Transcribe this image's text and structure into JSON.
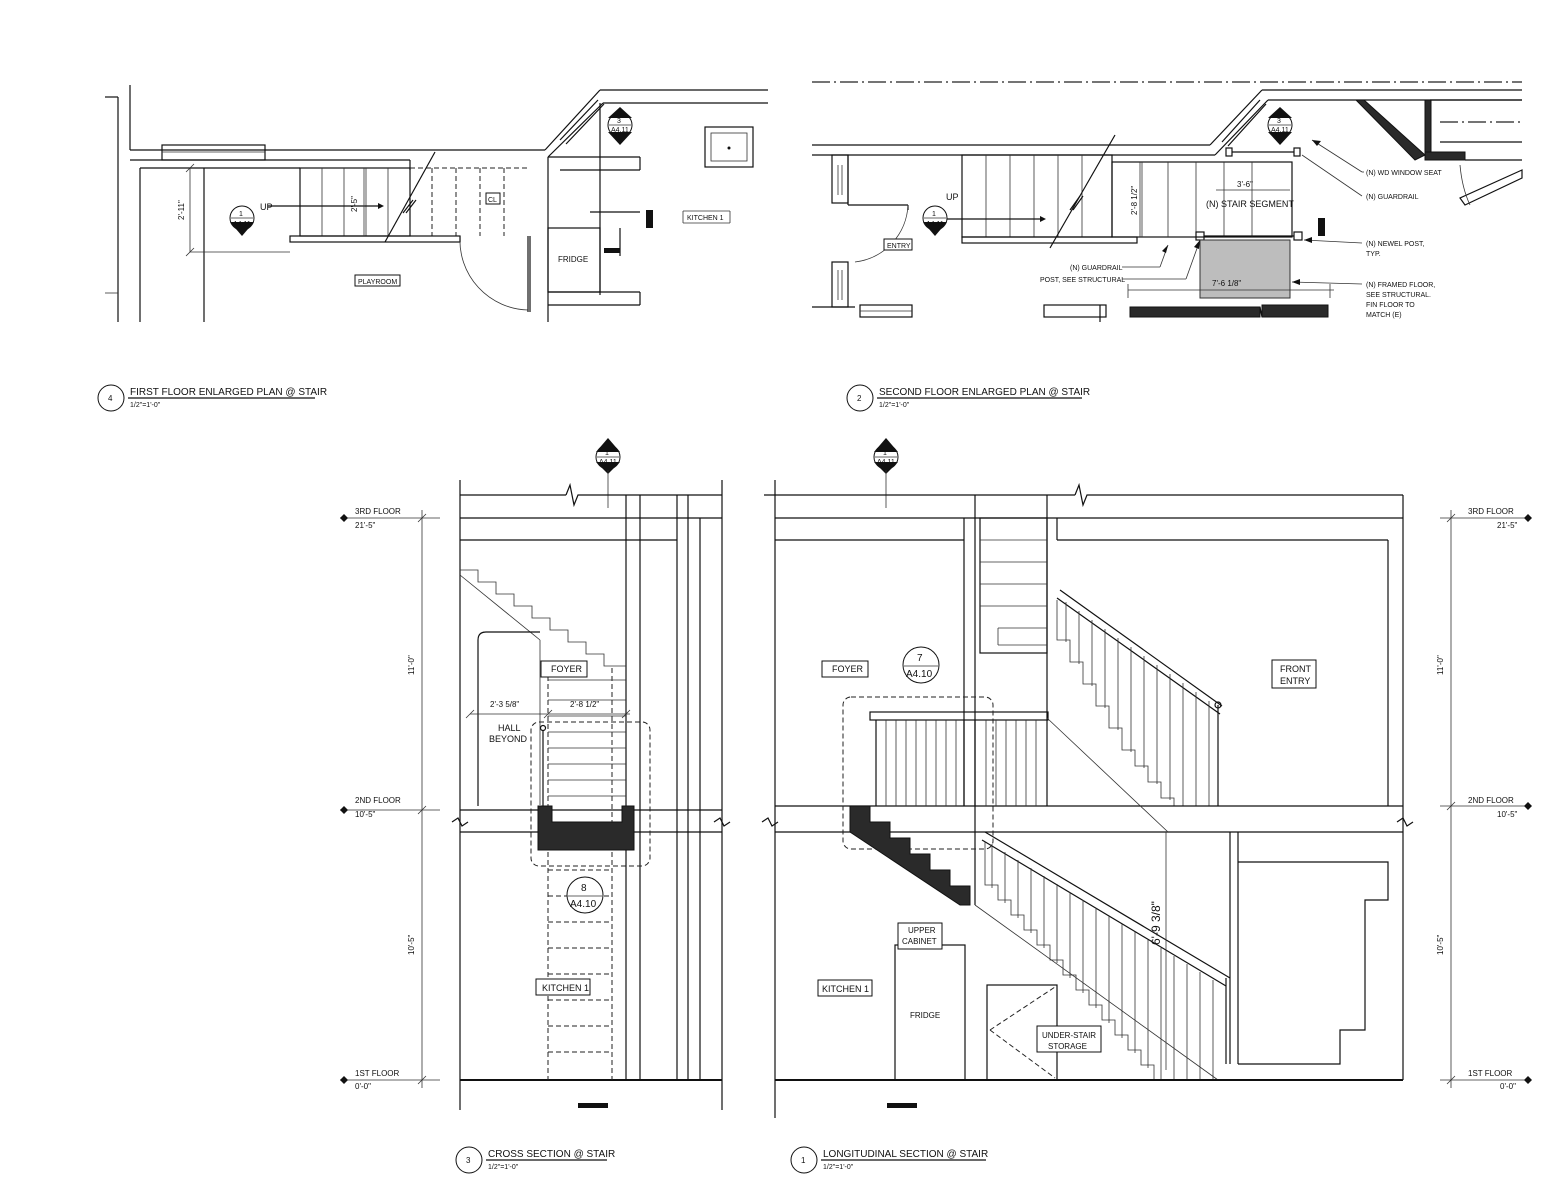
{
  "views": {
    "first_floor": {
      "number": "4",
      "title": "FIRST FLOOR ENLARGED PLAN @ STAIR",
      "scale": "1/2\"=1'-0\""
    },
    "second_floor": {
      "number": "2",
      "title": "SECOND FLOOR ENLARGED PLAN @ STAIR",
      "scale": "1/2\"=1'-0\""
    },
    "cross_section": {
      "number": "3",
      "title": "CROSS SECTION @ STAIR",
      "scale": "1/2\"=1'-0\""
    },
    "longitudinal_section": {
      "number": "1",
      "title": "LONGITUDINAL SECTION @ STAIR",
      "scale": "1/2\"=1'-0\""
    }
  },
  "plan1": {
    "room_playroom": "PLAYROOM",
    "room_kitchen": "KITCHEN 1",
    "fridge": "FRIDGE",
    "closet": "CL",
    "up": "UP",
    "dim_width": "2'-11\"",
    "dim_tread": "2'-5\"",
    "marker_section_num": "1",
    "marker_section_sheet": "A4.11",
    "marker_top_num": "3",
    "marker_top_sheet": "A4.11"
  },
  "plan2": {
    "up": "UP",
    "entry": "ENTRY",
    "stair_segment": "(N) STAIR SEGMENT",
    "dim_rail": "3'-6\"",
    "dim_width": "2'-8 1/2\"",
    "dim_floor": "7'-6 1/8\"",
    "marker_section_num": "1",
    "marker_section_sheet": "A4.11",
    "marker_top_num": "3",
    "marker_top_sheet": "A4.11",
    "notes": {
      "window_seat": "(N) WD WINDOW SEAT",
      "guardrail_right": "(N) GUARDRAIL",
      "newel_line1": "(N) NEWEL POST,",
      "newel_line2": "TYP.",
      "framed_line1": "(N) FRAMED FLOOR,",
      "framed_line2": "SEE STRUCTURAL.",
      "framed_line3": "FIN FLOOR TO",
      "framed_line4": "MATCH (E)",
      "guardrail_left1": "(N) GUARDRAIL",
      "guardrail_left2": "POST, SEE STRUCTURAL"
    }
  },
  "levels": {
    "third": {
      "name": "3RD FLOOR",
      "elev": "21'-5\""
    },
    "second": {
      "name": "2ND FLOOR",
      "elev": "10'-5\""
    },
    "first": {
      "name": "1ST FLOOR",
      "elev": "0'-0\""
    },
    "upper_height": "11'-0\"",
    "lower_height": "10'-5\""
  },
  "cross": {
    "foyer": "FOYER",
    "hall_line1": "HALL",
    "hall_line2": "BEYOND",
    "kitchen": "KITCHEN 1",
    "dim_left": "2'-3 5/8\"",
    "dim_right": "2'-8 1/2\"",
    "detail_num": "8",
    "detail_sheet": "A4.10",
    "marker_num": "1",
    "marker_sheet": "A4.11"
  },
  "long": {
    "foyer": "FOYER",
    "front_line1": "FRONT",
    "front_line2": "ENTRY",
    "kitchen": "KITCHEN 1",
    "upper_line1": "UPPER",
    "upper_line2": "CABINET",
    "fridge": "FRIDGE",
    "storage_line1": "UNDER-STAIR",
    "storage_line2": "STORAGE",
    "headroom": "6'-9 3/8\"",
    "detail_num": "7",
    "detail_sheet": "A4.10",
    "marker_num": "1",
    "marker_sheet": "A4.11"
  }
}
